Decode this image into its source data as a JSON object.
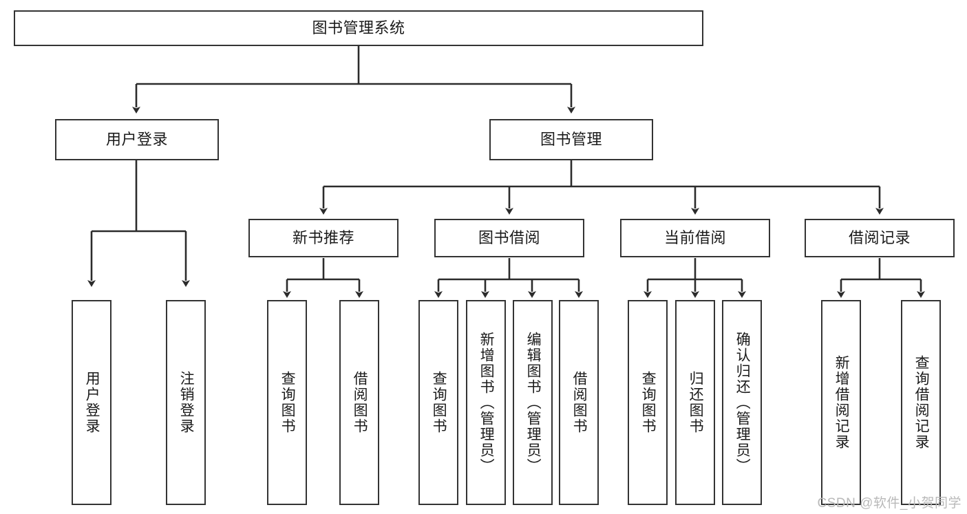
{
  "diagram": {
    "type": "tree-hierarchy",
    "title": "图书管理系统",
    "orientation": "top-down",
    "colors": {
      "stroke": "#333333",
      "fill": "#ffffff",
      "text": "#1a1a1a",
      "watermark": "#b9b9b9"
    },
    "levels": [
      {
        "level": 1,
        "nodes": [
          {
            "id": "root",
            "label": "图书管理系统",
            "orientation": "horizontal"
          }
        ]
      },
      {
        "level": 2,
        "nodes": [
          {
            "id": "login",
            "label": "用户登录",
            "orientation": "horizontal",
            "parent": "root"
          },
          {
            "id": "bookmgmt",
            "label": "图书管理",
            "orientation": "horizontal",
            "parent": "root"
          }
        ]
      },
      {
        "level": 3,
        "nodes": [
          {
            "id": "newbook",
            "label": "新书推荐",
            "orientation": "horizontal",
            "parent": "bookmgmt"
          },
          {
            "id": "borrow",
            "label": "图书借阅",
            "orientation": "horizontal",
            "parent": "bookmgmt"
          },
          {
            "id": "current",
            "label": "当前借阅",
            "orientation": "horizontal",
            "parent": "bookmgmt"
          },
          {
            "id": "records",
            "label": "借阅记录",
            "orientation": "horizontal",
            "parent": "bookmgmt"
          }
        ]
      },
      {
        "level": 4,
        "nodes": [
          {
            "id": "leaf-1",
            "label": "用户登录",
            "orientation": "vertical",
            "parent": "login"
          },
          {
            "id": "leaf-2",
            "label": "注销登录",
            "orientation": "vertical",
            "parent": "login"
          },
          {
            "id": "leaf-3",
            "label": "查询图书",
            "orientation": "vertical",
            "parent": "newbook"
          },
          {
            "id": "leaf-4",
            "label": "借阅图书",
            "orientation": "vertical",
            "parent": "newbook"
          },
          {
            "id": "leaf-5",
            "label": "查询图书",
            "orientation": "vertical",
            "parent": "borrow"
          },
          {
            "id": "leaf-6",
            "label": "新增图书（管理员）",
            "orientation": "vertical",
            "parent": "borrow"
          },
          {
            "id": "leaf-7",
            "label": "编辑图书（管理员）",
            "orientation": "vertical",
            "parent": "borrow"
          },
          {
            "id": "leaf-8",
            "label": "借阅图书",
            "orientation": "vertical",
            "parent": "borrow"
          },
          {
            "id": "leaf-9",
            "label": "查询图书",
            "orientation": "vertical",
            "parent": "current"
          },
          {
            "id": "leaf-10",
            "label": "归还图书",
            "orientation": "vertical",
            "parent": "current"
          },
          {
            "id": "leaf-11",
            "label": "确认归还（管理员）",
            "orientation": "vertical",
            "parent": "current"
          },
          {
            "id": "leaf-12",
            "label": "新增借阅记录",
            "orientation": "vertical",
            "parent": "records"
          },
          {
            "id": "leaf-13",
            "label": "查询借阅记录",
            "orientation": "vertical",
            "parent": "records"
          }
        ]
      }
    ]
  },
  "watermark": {
    "text": "CSDN @软件_小贺同学"
  }
}
